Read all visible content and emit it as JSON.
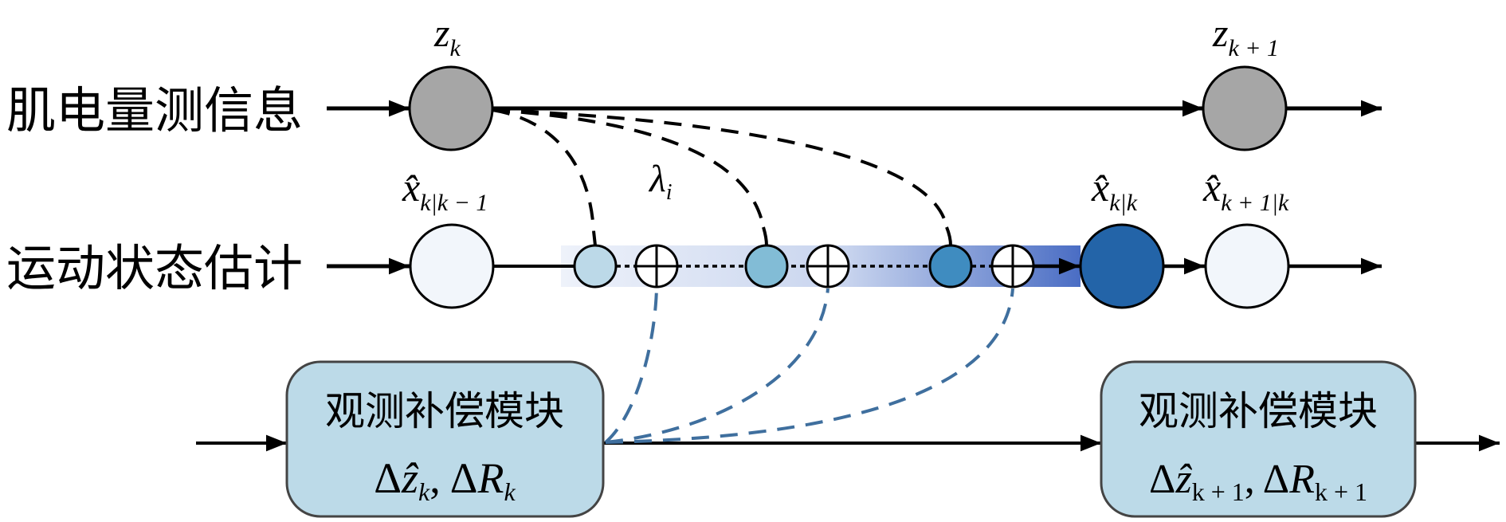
{
  "rows": {
    "measurement": {
      "label": "肌电量测信息"
    },
    "state": {
      "label": "运动状态估计"
    }
  },
  "nodes": {
    "z_k": {
      "symbol": "z",
      "sub": "k",
      "fill": "#a6a6a6"
    },
    "z_k1": {
      "symbol": "z",
      "sub": "k + 1",
      "fill": "#a6a6a6"
    },
    "x_prior_k": {
      "symbol": "x̂",
      "sub": "k|k − 1",
      "fill": "#f2f6fb"
    },
    "x_post_k": {
      "symbol": "x̂",
      "sub": "k|k",
      "fill": "#2364a8"
    },
    "x_prior_k1": {
      "symbol": "x̂",
      "sub": "k + 1|k",
      "fill": "#f2f6fb"
    }
  },
  "iteration": {
    "weight_label": {
      "symbol": "λ",
      "sub": "i"
    },
    "steps": [
      {
        "fill": "#bcd9e8"
      },
      {
        "fill": "#82bcd6"
      },
      {
        "fill": "#3f8cc0"
      }
    ],
    "gradient": {
      "start": "#eef2fa",
      "end": "#4a6dc4"
    }
  },
  "modules": [
    {
      "title": "观测补偿模块",
      "formula": {
        "delta": "Δ",
        "z": "ẑ",
        "z_sub": "k",
        "sep": ",",
        "R": "R",
        "R_sub": "k"
      }
    },
    {
      "title": "观测补偿模块",
      "formula": {
        "delta": "Δ",
        "z": "ẑ",
        "z_sub": "k + 1",
        "sep": ",",
        "R": "R",
        "R_sub": "k + 1"
      }
    }
  ],
  "colors": {
    "module_fill": "#bcdae8",
    "module_stroke": "#444444",
    "compensation_link": "#3f6f9e",
    "measurement_link": "#000000"
  }
}
